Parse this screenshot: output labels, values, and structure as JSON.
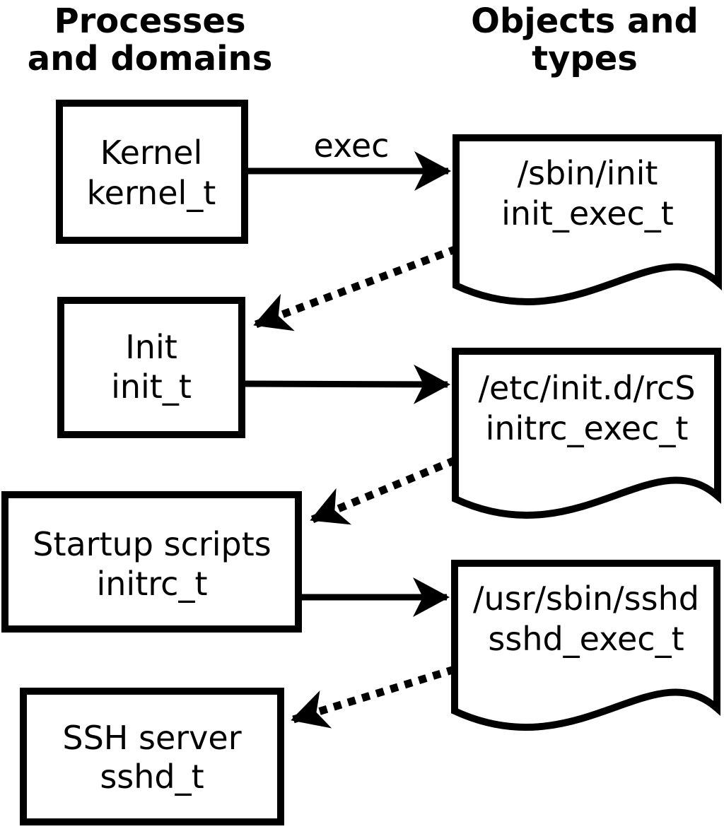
{
  "diagram": {
    "left_header": {
      "line1": "Processes",
      "line2": "and domains"
    },
    "right_header": {
      "line1": "Objects and",
      "line2": "types"
    },
    "arrow_label_exec": "exec",
    "processes": [
      {
        "name": "Kernel",
        "domain": "kernel_t"
      },
      {
        "name": "Init",
        "domain": "init_t"
      },
      {
        "name": "Startup scripts",
        "domain": "initrc_t"
      },
      {
        "name": "SSH server",
        "domain": "sshd_t"
      }
    ],
    "objects": [
      {
        "path": "/sbin/init",
        "type": "init_exec_t"
      },
      {
        "path": "/etc/init.d/rcS",
        "type": "initrc_exec_t"
      },
      {
        "path": "/usr/sbin/sshd",
        "type": "sshd_exec_t"
      }
    ],
    "colors": {
      "ink": "#000000",
      "paper": "#ffffff"
    }
  }
}
